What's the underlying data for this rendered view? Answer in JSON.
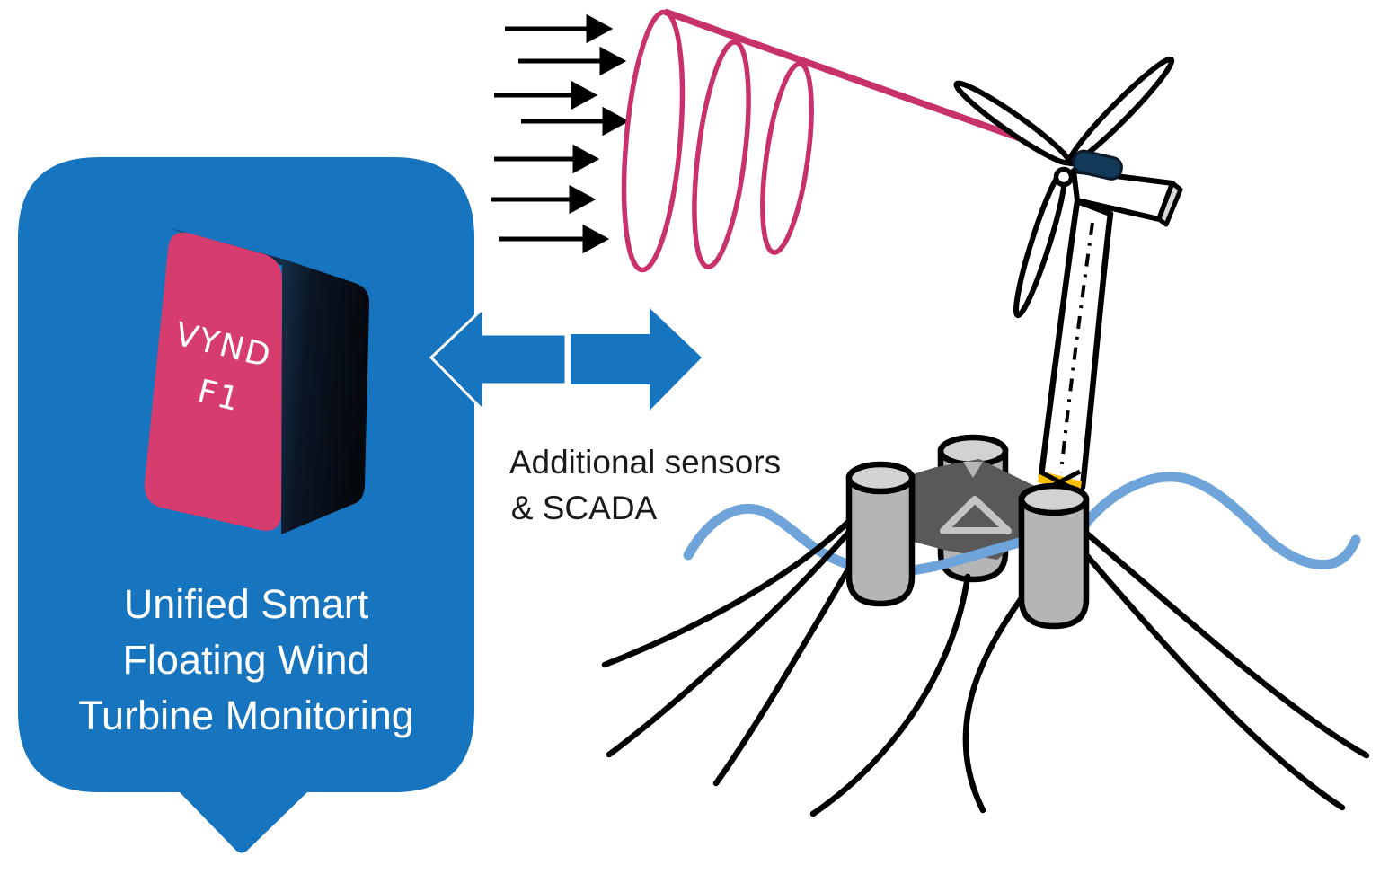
{
  "figure": {
    "description": "Unified smart floating wind turbine monitoring concept diagram"
  },
  "bubble": {
    "bg_color": "#1774bf",
    "text_color": "#ffffff",
    "lines": [
      "Unified Smart",
      "Floating Wind",
      "Turbine Monitoring"
    ]
  },
  "device": {
    "face_color": "#d63c6e",
    "label_top": "VYND",
    "label_bottom": "F1",
    "label_color": "#ffffff"
  },
  "link_arrow": {
    "color": "#1774bf",
    "direction": "bidirectional"
  },
  "annotation": {
    "line1": "Additional sensors",
    "line2": "& SCADA",
    "color": "#1a1a1a"
  },
  "wind": {
    "arrow_count": 7,
    "color": "#000000"
  },
  "lidar_beam": {
    "color": "#c8326b",
    "loop_count": 3
  },
  "sea": {
    "wave_color": "#6fa4da"
  },
  "turbine": {
    "structure_color": "#ffffff",
    "outline_color": "#000000",
    "nacelle_sensor_color": "#123a58",
    "tower_joint_color": "#ffc000",
    "blade_count": 3
  },
  "platform": {
    "deck_color": "#595959",
    "column_color": "#b5b5b5",
    "column_top_color": "#d2d2d2",
    "column_count": 3,
    "mooring_line_color": "#000000",
    "mooring_line_count": 7
  }
}
